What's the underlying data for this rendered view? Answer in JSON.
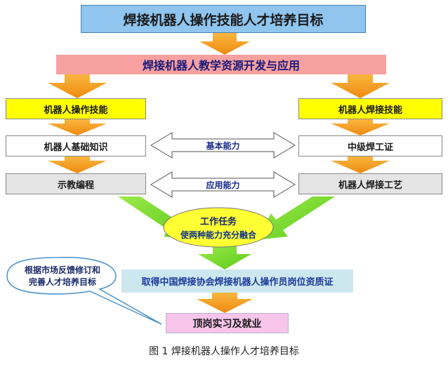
{
  "title": "焊接机器人操作技能人才培养目标",
  "resource_bar": "焊接机器人教学资源开发与应用",
  "left_column": {
    "header": "机器人操作技能",
    "item1": "机器人基础知识",
    "item2": "示教编程"
  },
  "right_column": {
    "header": "机器人焊接技能",
    "item1": "中级焊工证",
    "item2": "机器人焊接工艺"
  },
  "middle_arrows": {
    "basic": "基本能力",
    "applied": "应用能力"
  },
  "work_task": {
    "title": "工作任务",
    "subtitle": "使两种能力充分融合"
  },
  "certificate": "取得中国焊接协会焊接机器人操作员岗位资质证",
  "feedback_callout": {
    "line1": "根据市场反馈修订和",
    "line2": "完善人才培养目标"
  },
  "final_step": "顶岗实习及就业",
  "caption": "图 1  焊接机器人操作人才培养目标",
  "colors": {
    "title_fill": "#8fc5ef",
    "resource_fill": "#f7a0a0",
    "header_fill": "#ffff00",
    "gray_fill": "#e4e4e4",
    "ellipse_fill": "#ffff33",
    "cert_fill": "#cde7ee",
    "final_fill": "#f7c4ea",
    "orange_arrow": "#f5a623",
    "green_arrow": "#7ddc2d"
  }
}
